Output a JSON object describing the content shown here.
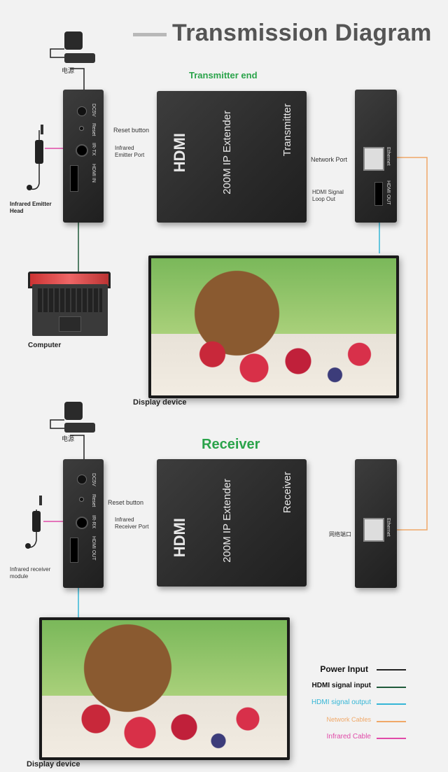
{
  "header": {
    "title": "Transmission Diagram"
  },
  "transmitter": {
    "section_label": "Transmitter end",
    "front_text": "200M IP Extender",
    "side_text": "Transmitter",
    "brand": "HDMI",
    "power_cn": "电源",
    "ports_left": [
      "DC5V",
      "Reset",
      "IR-TX",
      "HDMI IN"
    ],
    "ports_right": [
      "Ethernet",
      "HDMI OUT"
    ],
    "labels": {
      "reset": "Reset button",
      "ir_port_1": "Infrared",
      "ir_port_2": "Emitter Port",
      "ir_head_1": "Infrared Emitter",
      "ir_head_2": "Head",
      "network": "Network Port",
      "loop_1": "HDMI Signal",
      "loop_2": "Loop Out",
      "computer": "Computer",
      "display": "Display device"
    }
  },
  "receiver": {
    "section_label": "Receiver",
    "front_text": "200M IP Extender",
    "side_text": "Receiver",
    "brand": "HDMI",
    "power_cn": "电源",
    "ports_left": [
      "DC5V",
      "Reset",
      "IR-RX",
      "HDMI OUT"
    ],
    "ports_right": [
      "Ethernet"
    ],
    "labels": {
      "reset": "Reset button",
      "ir_port_1": "Infrared",
      "ir_port_2": "Receiver Port",
      "ir_module_1": "Infrared receiver",
      "ir_module_2": "module",
      "network_cn": "网络端口",
      "display": "Display device"
    }
  },
  "legend": [
    {
      "label": "Power Input",
      "color": "#222222",
      "text_color": "#111111"
    },
    {
      "label": "HDMI signal input",
      "color": "#1f5a3a",
      "text_color": "#111111"
    },
    {
      "label": "HDMI signal output",
      "color": "#35b6d6",
      "text_color": "#35b6d6"
    },
    {
      "label": "Network Cables",
      "color": "#f0a868",
      "text_color": "#f0a868"
    },
    {
      "label": "Infrared Cable",
      "color": "#e04aa8",
      "text_color": "#e04aa8"
    }
  ]
}
